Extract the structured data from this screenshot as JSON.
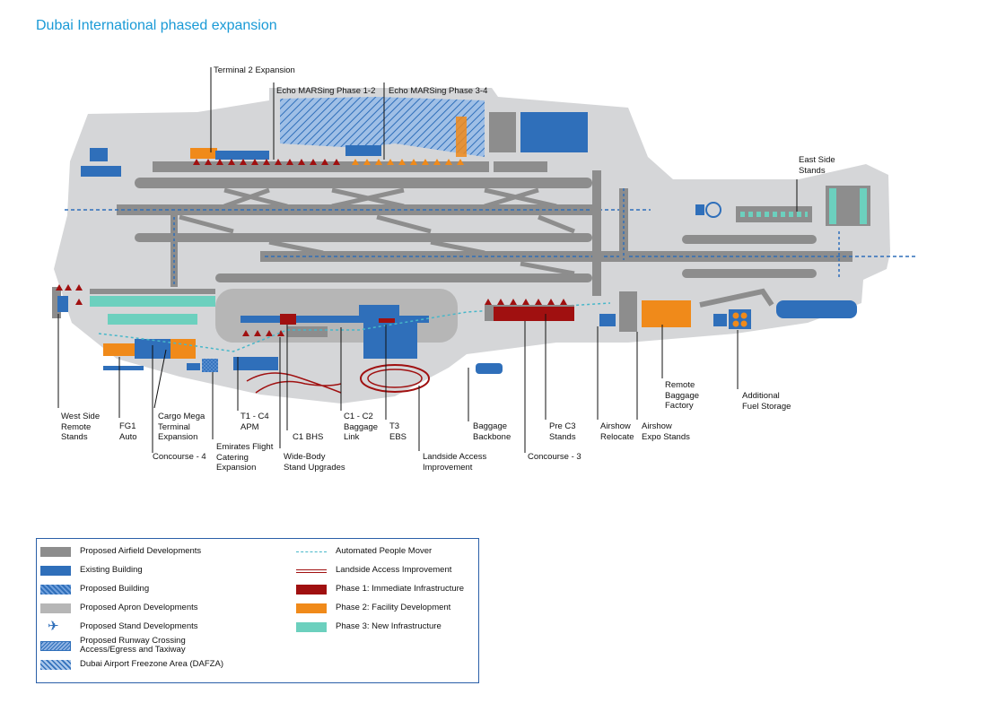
{
  "title": "Dubai International phased expansion",
  "colors": {
    "airfield": "#8d8d8d",
    "existing_building": "#2f6fba",
    "apron": "#b6b6b6",
    "phase1": "#a01010",
    "phase2": "#f08a1a",
    "phase3": "#6cd0be",
    "apm": "#47b7c9",
    "landside": "#a01010",
    "site": "#d5d6d8"
  },
  "callouts": {
    "terminal2": "Terminal 2 Expansion",
    "echo12": "Echo MARSing Phase 1-2",
    "echo34": "Echo MARSing Phase 3-4",
    "east_side": [
      "East Side",
      "Stands"
    ],
    "west_side": [
      "West Side",
      "Remote",
      "Stands"
    ],
    "fg1": [
      "FG1",
      "Auto"
    ],
    "cargo": [
      "Cargo Mega",
      "Terminal",
      "Expansion"
    ],
    "concourse4": "Concourse - 4",
    "emirates": [
      "Emirates Flight",
      "Catering",
      "Expansion"
    ],
    "t1c4": [
      "T1 - C4",
      "APM"
    ],
    "c1bhs": "C1 BHS",
    "widebody": [
      "Wide-Body",
      "Stand Upgrades"
    ],
    "c1c2": [
      "C1 - C2",
      "Baggage",
      "Link"
    ],
    "t3ebs": [
      "T3",
      "EBS"
    ],
    "landside": [
      "Landside Access",
      "Improvement"
    ],
    "baggage_backbone": [
      "Baggage",
      "Backbone"
    ],
    "concourse3": "Concourse - 3",
    "prec3": [
      "Pre C3",
      "Stands"
    ],
    "airshow_relocate": [
      "Airshow",
      "Relocate"
    ],
    "airshow_expo": [
      "Airshow",
      "Expo Stands"
    ],
    "remote_baggage": [
      "Remote",
      "Baggage",
      "Factory"
    ],
    "fuel": [
      "Additional",
      "Fuel Storage"
    ]
  },
  "legend": {
    "left": [
      {
        "label": "Proposed Airfield Developments",
        "icon": "airfield-swatch"
      },
      {
        "label": "Existing Building",
        "icon": "existing-building-swatch"
      },
      {
        "label": "Proposed Building",
        "icon": "proposed-building-swatch"
      },
      {
        "label": "Proposed Apron Developments",
        "icon": "apron-swatch"
      },
      {
        "label": "Proposed Stand Developments",
        "icon": "airplane-icon"
      },
      {
        "label": "Proposed Runway Crossing Access/Egress and Taxiway",
        "icon": "runway-crossing-swatch"
      },
      {
        "label": "Dubai Airport Freezone Area (DAFZA)",
        "icon": "dafza-swatch"
      }
    ],
    "right": [
      {
        "label": "Automated People Mover",
        "icon": "apm-line"
      },
      {
        "label": "Landside Access Improvement",
        "icon": "landside-line"
      },
      {
        "label": "Phase 1: Immediate Infrastructure",
        "icon": "phase1-swatch"
      },
      {
        "label": "Phase 2: Facility Development",
        "icon": "phase2-swatch"
      },
      {
        "label": "Phase 3: New Infrastructure",
        "icon": "phase3-swatch"
      }
    ]
  }
}
